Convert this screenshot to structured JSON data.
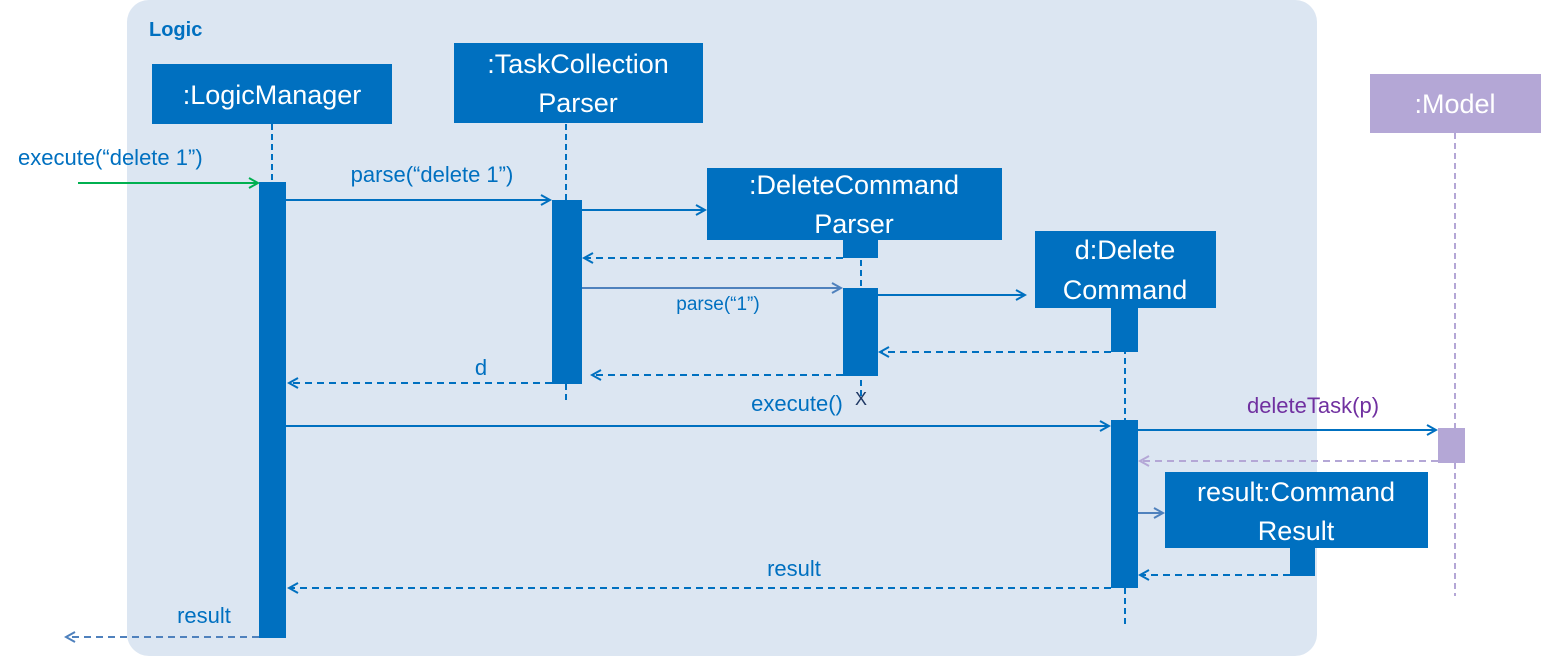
{
  "frame": {
    "label": "Logic"
  },
  "participants": {
    "logic_manager": ":LogicManager",
    "task_collection_parser_line1": ":TaskCollection",
    "task_collection_parser_line2": "Parser",
    "delete_command_parser_line1": ":DeleteCommand",
    "delete_command_parser_line2": "Parser",
    "delete_command_line1": "d:Delete",
    "delete_command_line2": "Command",
    "command_result_line1": "result:Command",
    "command_result_line2": "Result",
    "model": ":Model"
  },
  "messages": {
    "execute_delete": "execute(“delete 1”)",
    "parse_delete": "parse(“delete 1”)",
    "parse_1": "parse(“1”)",
    "return_d": "d",
    "execute": "execute()",
    "destroy_marker": "X",
    "delete_task": "deleteTask(p)",
    "result_return": "result",
    "result_final": "result"
  },
  "colors": {
    "logic_blue": "#0070c0",
    "frame_bg": "#dce6f2",
    "model_purple": "#b4a7d6",
    "model_text_purple": "#7030a0",
    "entry_green": "#00b050",
    "return_gray_blue": "#4f81bd"
  }
}
